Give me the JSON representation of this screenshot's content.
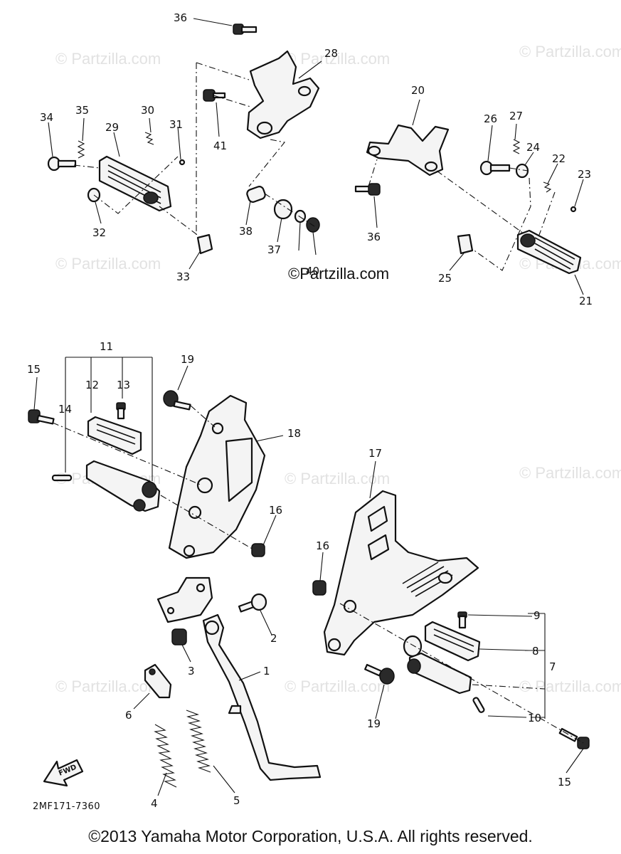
{
  "watermarks": {
    "text": "© Partzilla.com",
    "center_text": "©Partzilla.com"
  },
  "callouts": {
    "c1": "1",
    "c2": "2",
    "c3": "3",
    "c4": "4",
    "c5": "5",
    "c6": "6",
    "c7": "7",
    "c8": "8",
    "c9": "9",
    "c10": "10",
    "c11": "11",
    "c12": "12",
    "c13": "13",
    "c14": "14",
    "c15a": "15",
    "c15b": "15",
    "c16a": "16",
    "c16b": "16",
    "c17": "17",
    "c18": "18",
    "c19a": "19",
    "c19b": "19",
    "c20": "20",
    "c21": "21",
    "c22": "22",
    "c23": "23",
    "c24": "24",
    "c25": "25",
    "c26": "26",
    "c27": "27",
    "c28": "28",
    "c29": "29",
    "c30": "30",
    "c31": "31",
    "c32": "32",
    "c33": "33",
    "c34": "34",
    "c35": "35",
    "c36a": "36",
    "c36b": "36",
    "c37": "37",
    "c38": "38",
    "c40": "40",
    "c41": "41"
  },
  "fwd_label": "FWD",
  "part_code": "2MF171-7360",
  "copyright": "©2013 Yamaha Motor Corporation, U.S.A. All rights reserved."
}
